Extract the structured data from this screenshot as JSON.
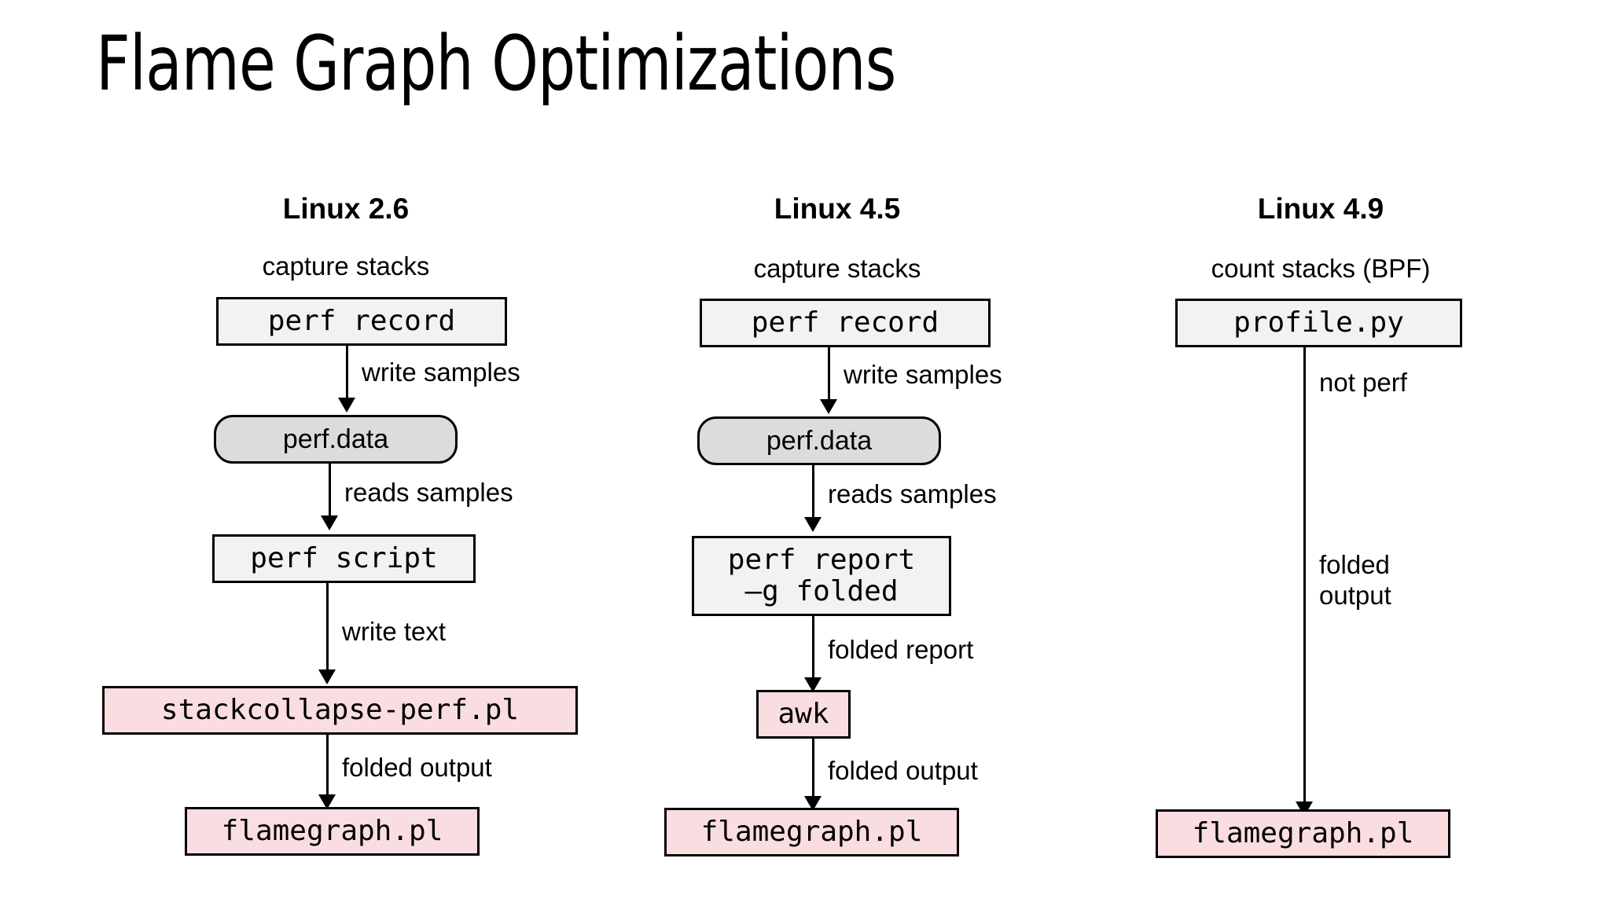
{
  "slide": {
    "title": "Flame Graph Optimizations",
    "background_color": "#ffffff",
    "text_color": "#000000"
  },
  "palette": {
    "process_box_fill": "#f2f2f2",
    "data_box_fill": "#dcdcdc",
    "highlight_box_fill": "#fadde1",
    "border": "#000000"
  },
  "columns": [
    {
      "heading": "Linux 2.6",
      "top_label": "capture stacks",
      "nodes": [
        {
          "label": "perf record",
          "kind": "process"
        },
        {
          "label": "perf.data",
          "kind": "data"
        },
        {
          "label": "perf script",
          "kind": "process"
        },
        {
          "label": "stackcollapse-perf.pl",
          "kind": "highlight"
        },
        {
          "label": "flamegraph.pl",
          "kind": "highlight"
        }
      ],
      "edges": [
        {
          "label": "write samples",
          "from": "perf record",
          "to": "perf.data"
        },
        {
          "label": "reads samples",
          "from": "perf.data",
          "to": "perf script"
        },
        {
          "label": "write text",
          "from": "perf script",
          "to": "stackcollapse-perf.pl"
        },
        {
          "label": "folded output",
          "from": "stackcollapse-perf.pl",
          "to": "flamegraph.pl"
        }
      ]
    },
    {
      "heading": "Linux 4.5",
      "top_label": "capture stacks",
      "nodes": [
        {
          "label": "perf record",
          "kind": "process"
        },
        {
          "label": "perf.data",
          "kind": "data"
        },
        {
          "label": "perf report\n—g folded",
          "kind": "process"
        },
        {
          "label": "awk",
          "kind": "highlight"
        },
        {
          "label": "flamegraph.pl",
          "kind": "highlight"
        }
      ],
      "edges": [
        {
          "label": "write samples",
          "from": "perf record",
          "to": "perf.data"
        },
        {
          "label": "reads samples",
          "from": "perf.data",
          "to": "perf report —g folded"
        },
        {
          "label": "folded report",
          "from": "perf report —g folded",
          "to": "awk"
        },
        {
          "label": "folded output",
          "from": "awk",
          "to": "flamegraph.pl"
        }
      ]
    },
    {
      "heading": "Linux 4.9",
      "top_label": "count stacks (BPF)",
      "nodes": [
        {
          "label": "profile.py",
          "kind": "process"
        },
        {
          "label": "flamegraph.pl",
          "kind": "highlight"
        }
      ],
      "edges": [
        {
          "label": "not perf",
          "from": "profile.py",
          "to": ""
        },
        {
          "label": "folded\noutput",
          "from": "profile.py",
          "to": "flamegraph.pl"
        }
      ]
    }
  ]
}
